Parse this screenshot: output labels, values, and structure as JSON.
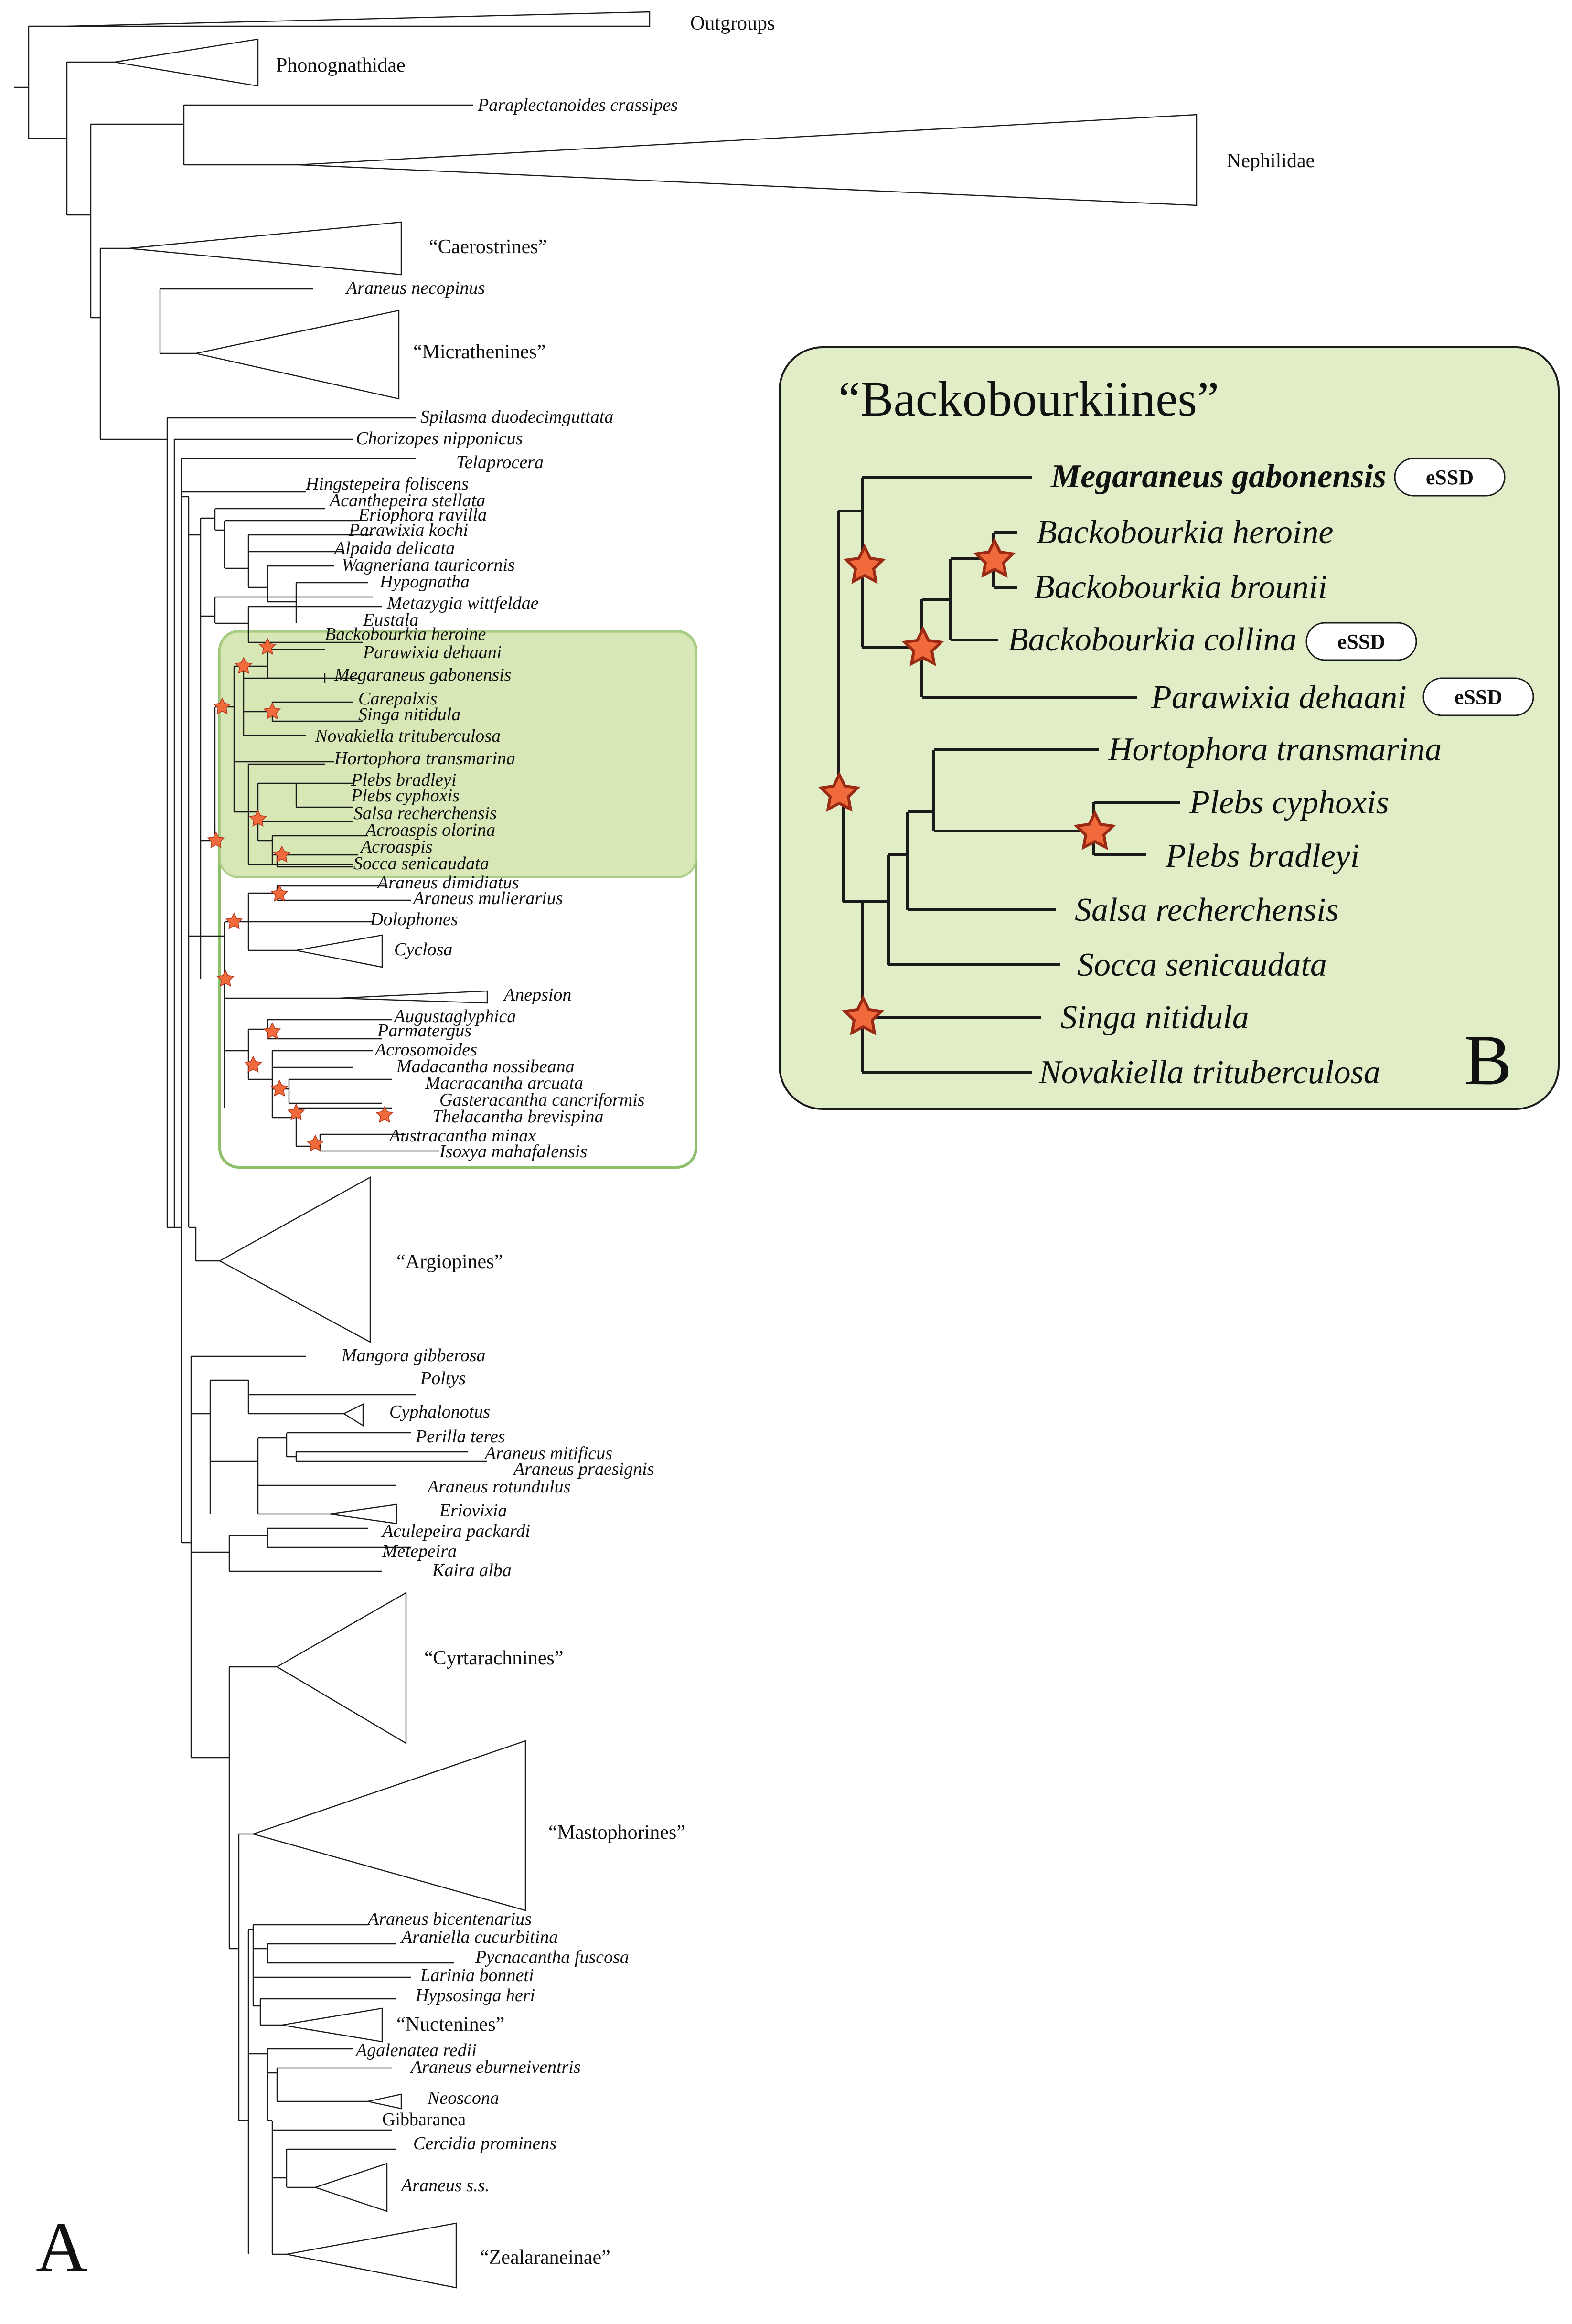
{
  "panel_a": {
    "letter": "A",
    "clades": {
      "outgroups": "Outgroups",
      "phonognathidae": "Phonognathidae",
      "nephilidae": "Nephilidae",
      "caerostrines": "“Caerostrines”",
      "micrathenines": "“Micrathenines”",
      "argiopines": "“Argiopines”",
      "cyrtarachnines": "“Cyrtarachnines”",
      "mastophorines": "“Mastophorines”",
      "nuctenines": "“Nuctenines”",
      "zealaraneinae": "“Zealaraneinae”"
    },
    "taxa": {
      "paraplectanoides": "Paraplectanoides crassipes",
      "a_necopinus": "Araneus necopinus",
      "spilasma": "Spilasma duodecimguttata",
      "chorizopes": "Chorizopes nipponicus",
      "telaprocera": "Telaprocera",
      "hingstepeira": "Hingstepeira foliscens",
      "acanthepeira": "Acanthepeira stellata",
      "eriophora": "Eriophora ravilla",
      "p_kochi": "Parawixia kochi",
      "alpaida": "Alpaida delicata",
      "wagneriana": "Wagneriana tauricornis",
      "hypognatha": "Hypognatha",
      "metazygia": "Metazygia wittfeldae",
      "eustala": "Eustala",
      "b_heroine": "Backobourkia heroine",
      "p_dehaani": "Parawixia dehaani",
      "megaraneus": "Megaraneus gabonensis",
      "carepalxis": "Carepalxis",
      "singa": "Singa nitidula",
      "novakiella": "Novakiella trituberculosa",
      "hortophora": "Hortophora transmarina",
      "plebs_b": "Plebs bradleyi",
      "plebs_c": "Plebs cyphoxis",
      "salsa": "Salsa recherchensis",
      "acroaspis_o": "Acroaspis olorina",
      "acroaspis": "Acroaspis",
      "socca": "Socca senicaudata",
      "a_dimidiatus": "Araneus dimidiatus",
      "a_mulierarius": "Araneus mulierarius",
      "dolophones": "Dolophones",
      "cyclosa": "Cyclosa",
      "anepsion": "Anepsion",
      "augustaglyphica": "Augustaglyphica",
      "parmatergus": "Parmatergus",
      "acrosomoides": "Acrosomoides",
      "madacantha": "Madacantha nossibeana",
      "macracantha": "Macracantha arcuata",
      "gasteracantha": "Gasteracantha cancriformis",
      "thelacantha": "Thelacantha brevispina",
      "austracantha": "Austracantha minax",
      "isoxya": "Isoxya mahafalensis",
      "mangora": "Mangora gibberosa",
      "poltys": "Poltys",
      "cyphalonotus": "Cyphalonotus",
      "perilla": "Perilla teres",
      "a_mitificus": "Araneus mitificus",
      "a_praesignis": "Araneus praesignis",
      "a_rotundulus": "Araneus rotundulus",
      "eriovixia": "Eriovixia",
      "aculepeira": "Aculepeira packardi",
      "metepeira": "Metepeira",
      "kaira": "Kaira alba",
      "a_bicentenarius": "Araneus bicentenarius",
      "araniella": "Araniella cucurbitina",
      "pycnacantha": "Pycnacantha fuscosa",
      "larinia": "Larinia bonneti",
      "hypsosinga": "Hypsosinga heri",
      "agalenatea": "Agalenatea redii",
      "a_eburneiventris": "Araneus eburneiventris",
      "neoscona": "Neoscona",
      "gibbaranea": "Gibbaranea",
      "cercidia": "Cercidia prominens",
      "araneus_ss": "Araneus s.s."
    }
  },
  "panel_b": {
    "letter": "B",
    "title": "“Backobourkiines”",
    "badge": "eSSD",
    "taxa": {
      "megaraneus": "Megaraneus gabonensis",
      "b_heroine": "Backobourkia heroine",
      "b_brounii": "Backobourkia brounii",
      "b_collina": "Backobourkia collina",
      "p_dehaani": "Parawixia dehaani",
      "hortophora": "Hortophora transmarina",
      "plebs_c": "Plebs cyphoxis",
      "plebs_b": "Plebs bradleyi",
      "salsa": "Salsa recherchensis",
      "socca": "Socca senicaudata",
      "singa": "Singa nitidula",
      "novakiella": "Novakiella trituberculosa"
    }
  },
  "colors": {
    "highlight_fill": "#c9df9e",
    "highlight_border": "#8cc06a",
    "panel_b_fill": "#e1edc6",
    "star": "#f06a3c"
  }
}
